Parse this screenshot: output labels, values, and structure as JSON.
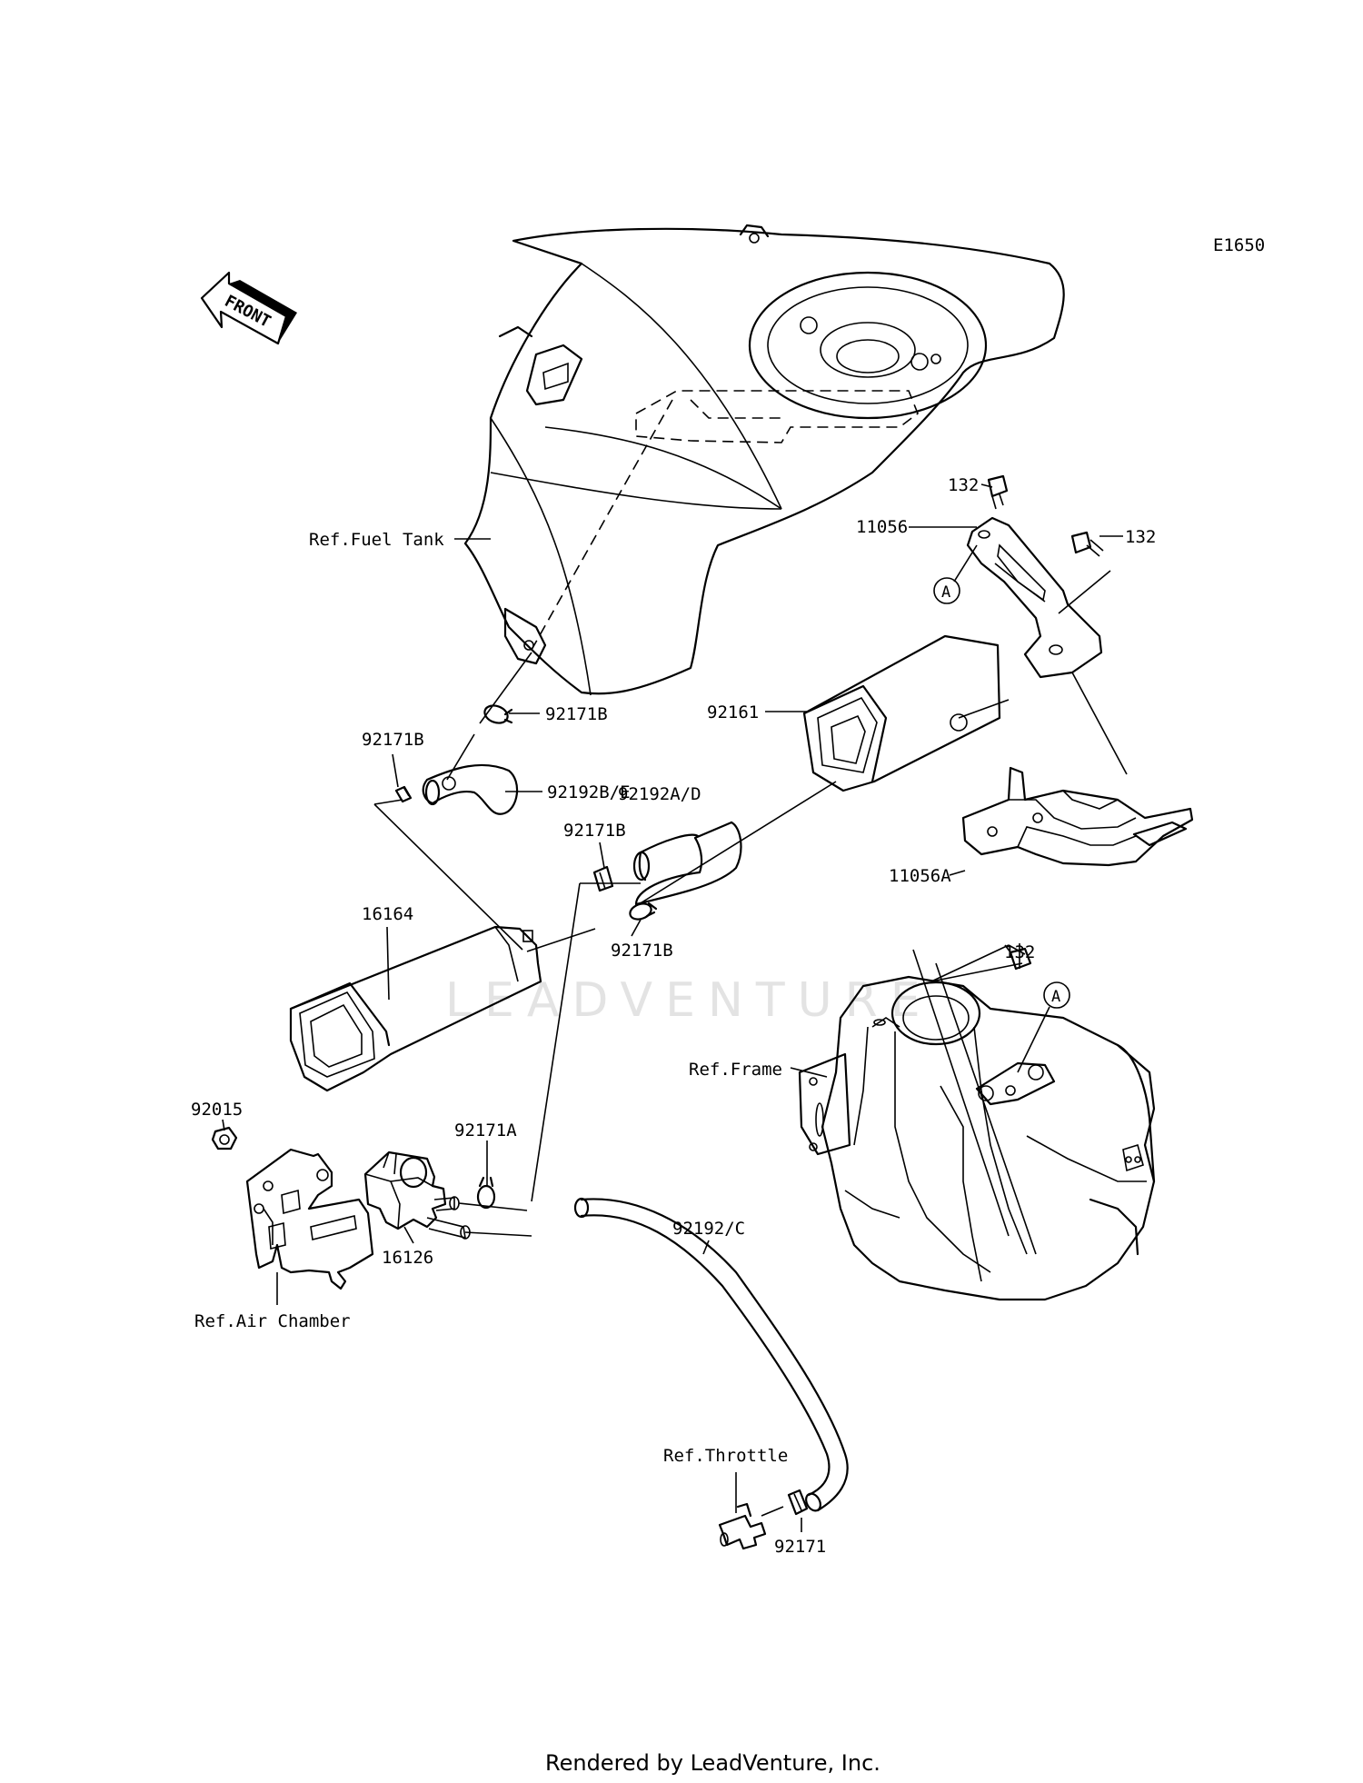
{
  "diagram_code": "E1650",
  "front_label": "FRONT",
  "watermark": "LEADVENTURE",
  "footer": "Rendered by LeadVenture, Inc.",
  "callout_marker": "A",
  "labels": {
    "ref_fuel_tank": "Ref.Fuel Tank",
    "ref_frame": "Ref.Frame",
    "ref_air_chamber": "Ref.Air Chamber",
    "ref_throttle": "Ref.Throttle",
    "p132_top": "132",
    "p132_right": "132",
    "p132_bottom": "132",
    "p11056": "11056",
    "p11056a": "11056A",
    "p92161": "92161",
    "p92171b_1": "92171B",
    "p92171b_2": "92171B",
    "p92171b_3": "92171B",
    "p92171b_4": "92171B",
    "p92192be": "92192B/E",
    "p92192ad": "92192A/D",
    "p16164": "16164",
    "p92015": "92015",
    "p92171a": "92171A",
    "p16126": "16126",
    "p92192c": "92192/C",
    "p92171": "92171"
  }
}
